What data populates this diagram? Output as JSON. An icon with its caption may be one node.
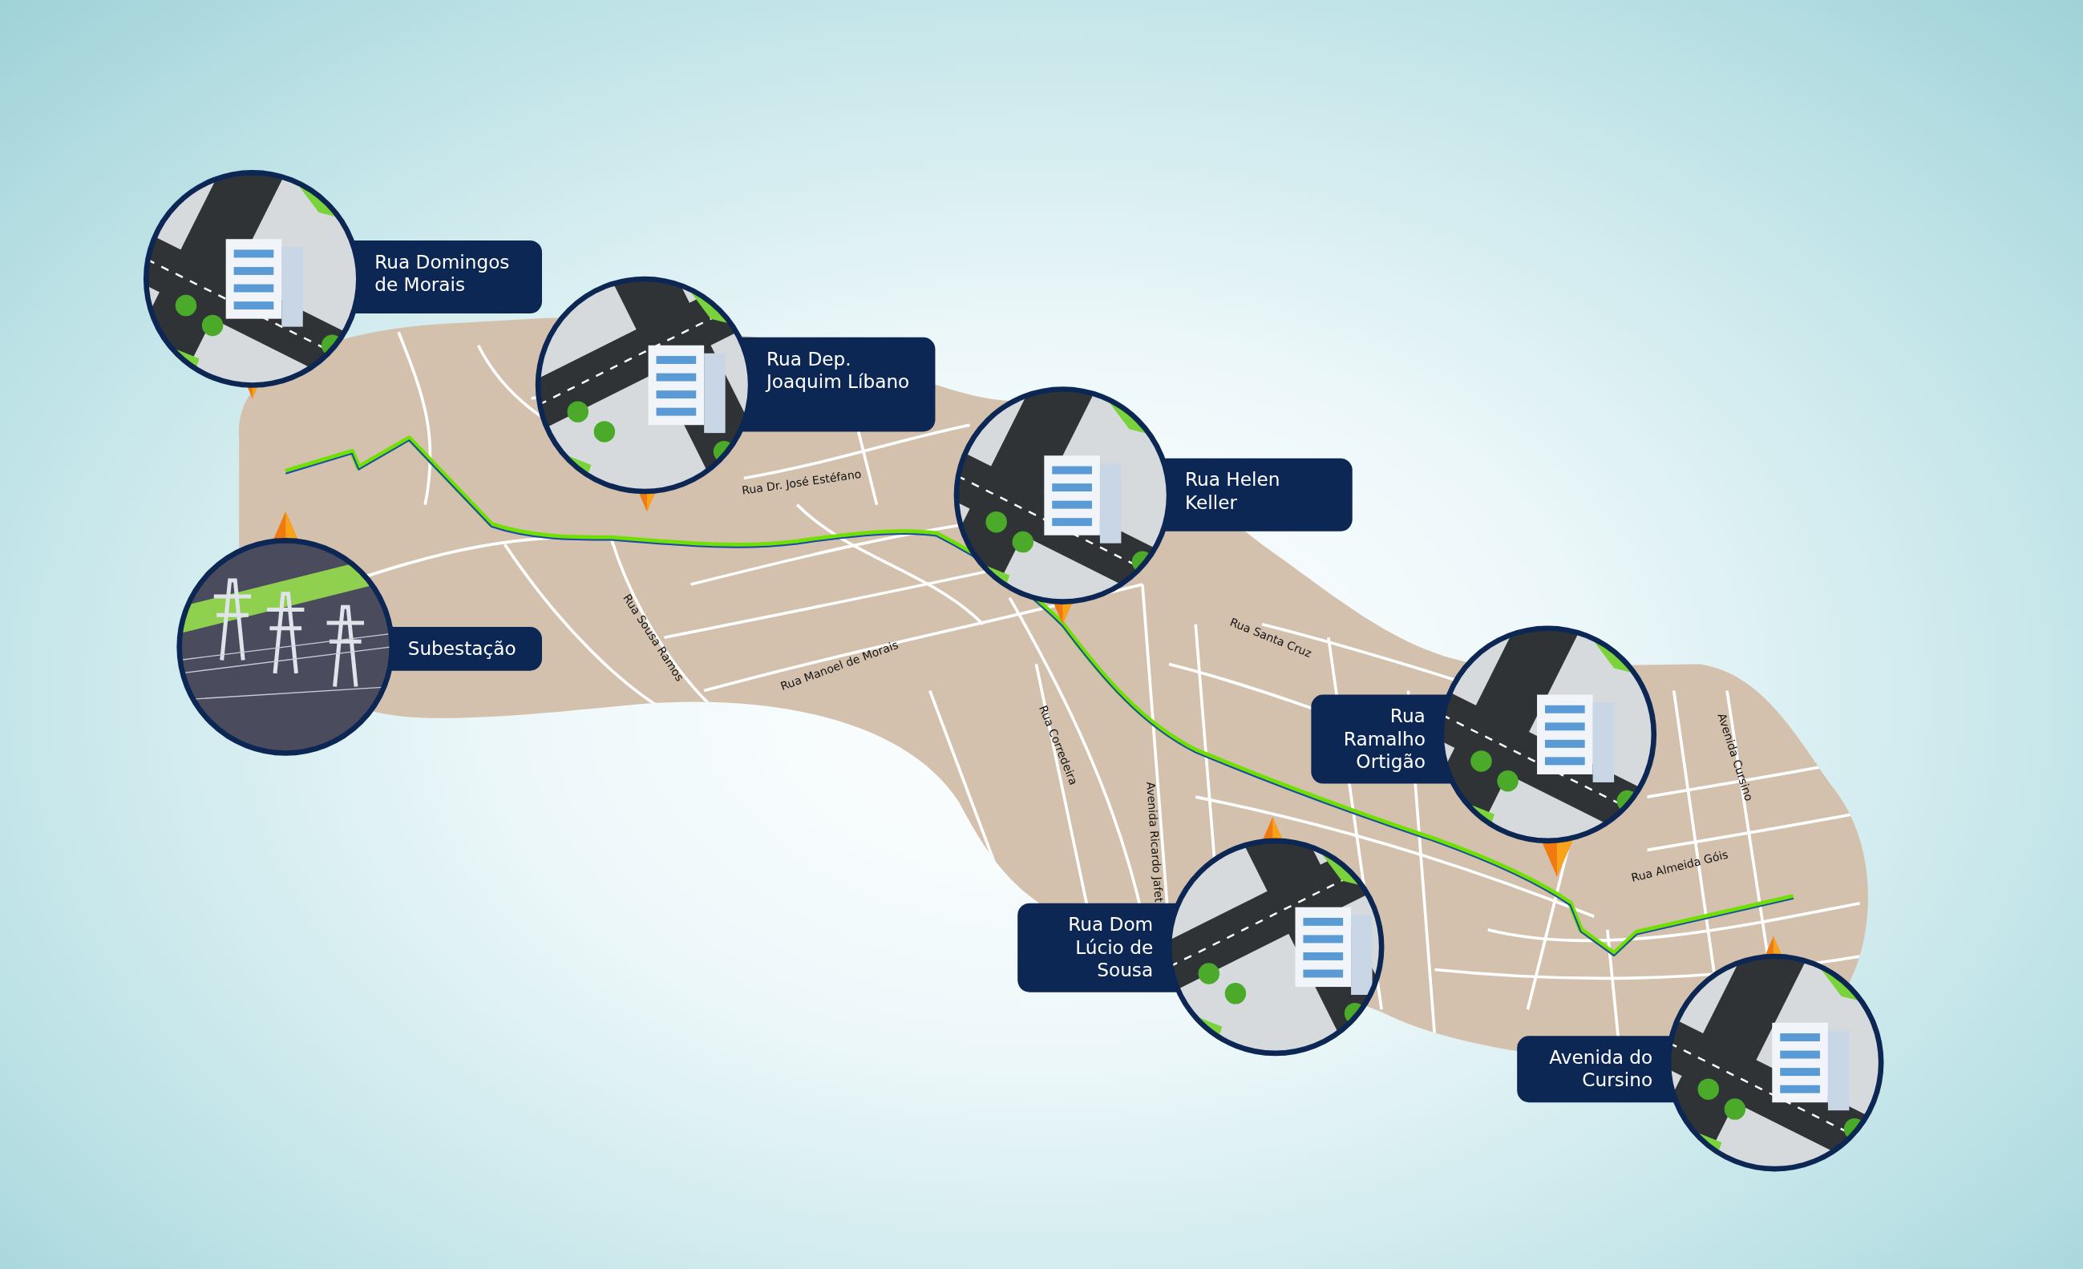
{
  "diagram": {
    "nodes": [
      {
        "text": [
          "Rua Domingos de Morais"
        ]
      },
      {
        "text": [
          "Rua Dep. Joaquim Líbano"
        ]
      },
      {
        "text": [
          "Rua Helen Keller"
        ]
      },
      {
        "text": [
          "Subestação"
        ]
      },
      {
        "text": [
          "Rua Ramalho Ortigão"
        ]
      },
      {
        "text": [
          "Rua Dom Lúcio de Sousa"
        ]
      },
      {
        "text": [
          "Avenida do Cursino"
        ]
      }
    ],
    "labels": [
      "Rua Dr. José Estéfano",
      "Rua Sousa Ramos",
      "Rua Manoel de Morais",
      "Rua Santa Cruz",
      "Rua Corredeira",
      "Avenida Ricardo Jafet",
      "Avenida Cursino",
      "Rua Almeida Góis"
    ]
  }
}
